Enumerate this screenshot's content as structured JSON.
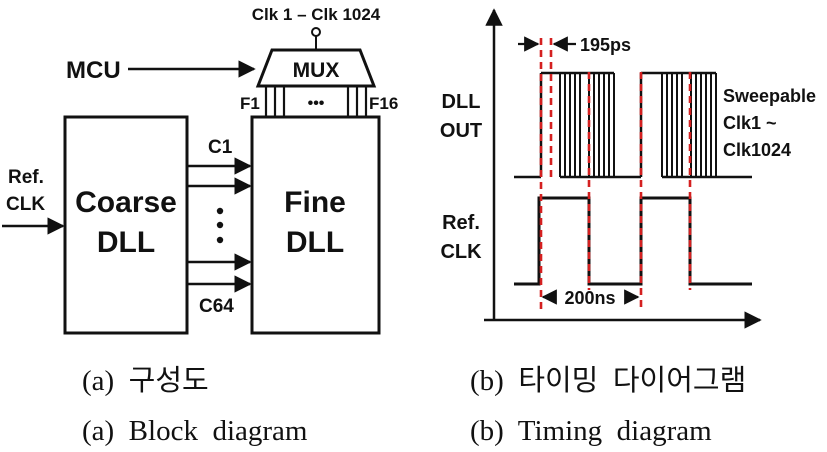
{
  "block_diagram": {
    "mcu": "MCU",
    "mux": "MUX",
    "clk_range": "Clk 1 – Clk 1024",
    "ref_clk_line1": "Ref.",
    "ref_clk_line2": "CLK",
    "coarse_line1": "Coarse",
    "coarse_line2": "DLL",
    "fine_line1": "Fine",
    "fine_line2": "DLL",
    "c1": "C1",
    "c64": "C64",
    "f1": "F1",
    "f16": "F16",
    "dots": "•••",
    "caption_kr": "(a)  구성도",
    "caption_en": "(a)  Block  diagram"
  },
  "timing_diagram": {
    "delay_label": "195ps",
    "dll_out_line1": "DLL",
    "dll_out_line2": "OUT",
    "ref_clk_line1": "Ref.",
    "ref_clk_line2": "CLK",
    "sweep_line1": "Sweepable",
    "sweep_line2": "Clk1 ~",
    "sweep_line3": "Clk1024",
    "period_label": "200ns",
    "caption_kr": "(b)  타이밍  다이어그램",
    "caption_en": "(b)  Timing  diagram"
  },
  "colors": {
    "line": "#111111",
    "marker": "#d42020"
  }
}
